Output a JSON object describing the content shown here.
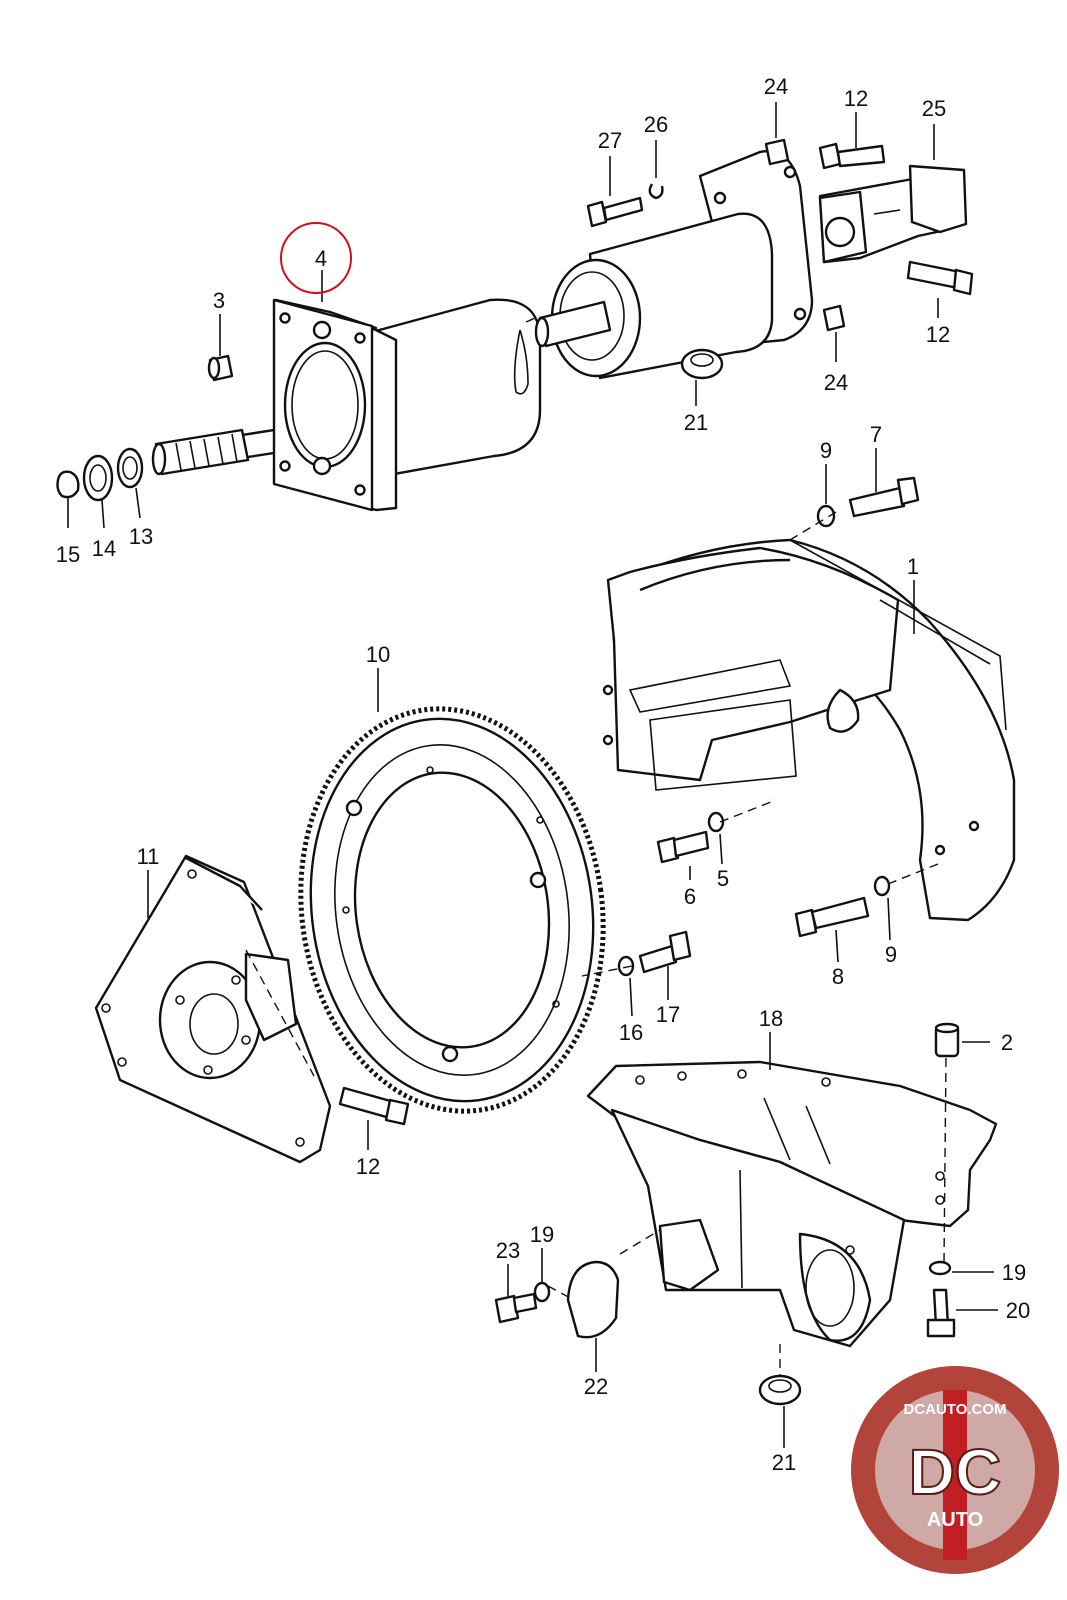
{
  "diagram": {
    "highlight_color": "#d0101a",
    "highlighted_callout": "4",
    "callouts": [
      {
        "id": "c4",
        "text": "4"
      },
      {
        "id": "c3",
        "text": "3"
      },
      {
        "id": "c15",
        "text": "15"
      },
      {
        "id": "c14",
        "text": "14"
      },
      {
        "id": "c13",
        "text": "13"
      },
      {
        "id": "c27",
        "text": "27"
      },
      {
        "id": "c26",
        "text": "26"
      },
      {
        "id": "c24a",
        "text": "24"
      },
      {
        "id": "c12a",
        "text": "12"
      },
      {
        "id": "c25",
        "text": "25"
      },
      {
        "id": "c12b",
        "text": "12"
      },
      {
        "id": "c24b",
        "text": "24"
      },
      {
        "id": "c21a",
        "text": "21"
      },
      {
        "id": "c9a",
        "text": "9"
      },
      {
        "id": "c7",
        "text": "7"
      },
      {
        "id": "c1",
        "text": "1"
      },
      {
        "id": "c10",
        "text": "10"
      },
      {
        "id": "c6",
        "text": "6"
      },
      {
        "id": "c5",
        "text": "5"
      },
      {
        "id": "c8",
        "text": "8"
      },
      {
        "id": "c9b",
        "text": "9"
      },
      {
        "id": "c11",
        "text": "11"
      },
      {
        "id": "c16",
        "text": "16"
      },
      {
        "id": "c17",
        "text": "17"
      },
      {
        "id": "c12c",
        "text": "12"
      },
      {
        "id": "c18",
        "text": "18"
      },
      {
        "id": "c2",
        "text": "2"
      },
      {
        "id": "c23",
        "text": "23"
      },
      {
        "id": "c19a",
        "text": "19"
      },
      {
        "id": "c19b",
        "text": "19"
      },
      {
        "id": "c20",
        "text": "20"
      },
      {
        "id": "c22",
        "text": "22"
      },
      {
        "id": "c21b",
        "text": "21"
      }
    ]
  },
  "logo": {
    "domain": "DCAUTO.COM",
    "initials": "DC",
    "subtitle": "AUTO",
    "colors": {
      "ring": "#b3443c",
      "center": "#cfa9a5",
      "band": "#c21f24",
      "text": "#ffffff"
    }
  }
}
